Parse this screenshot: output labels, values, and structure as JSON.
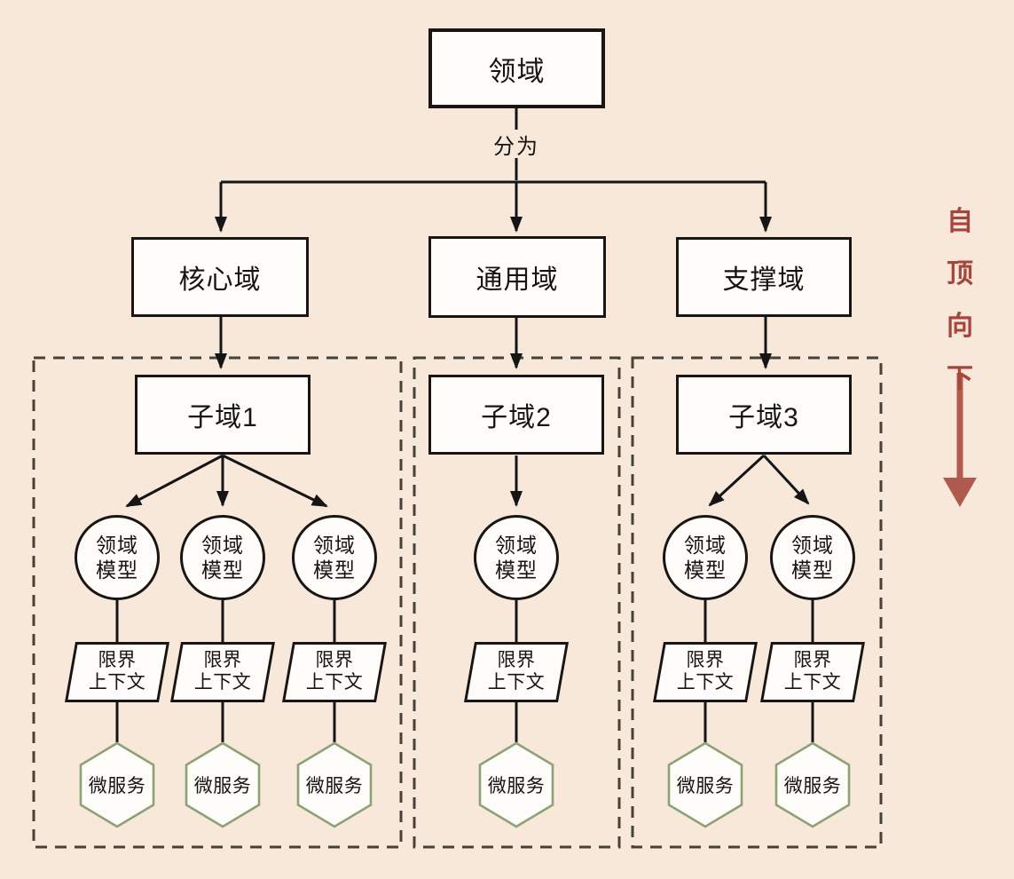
{
  "colors": {
    "background": "#f7e8da",
    "node_border": "#181512",
    "node_fill": "#fefdfa",
    "dashed_group_border": "#46423a",
    "hexagon_border": "#8ba372",
    "note_text_red": "#a8443a",
    "note_arrow_red": "#b05a4e"
  },
  "root": {
    "label": "领域"
  },
  "edge": {
    "label": "分为"
  },
  "domains": [
    {
      "label": "核心域"
    },
    {
      "label": "通用域"
    },
    {
      "label": "支撑域"
    }
  ],
  "subdomains": [
    {
      "label": "子域1"
    },
    {
      "label": "子域2"
    },
    {
      "label": "子域3"
    }
  ],
  "model": {
    "line1": "领域",
    "line2": "模型"
  },
  "context": {
    "line1": "限界",
    "line2": "上下文"
  },
  "service": {
    "label": "微服务"
  },
  "note": {
    "text": "自顶向下",
    "chars": [
      "自",
      "顶",
      "向",
      "下"
    ]
  }
}
